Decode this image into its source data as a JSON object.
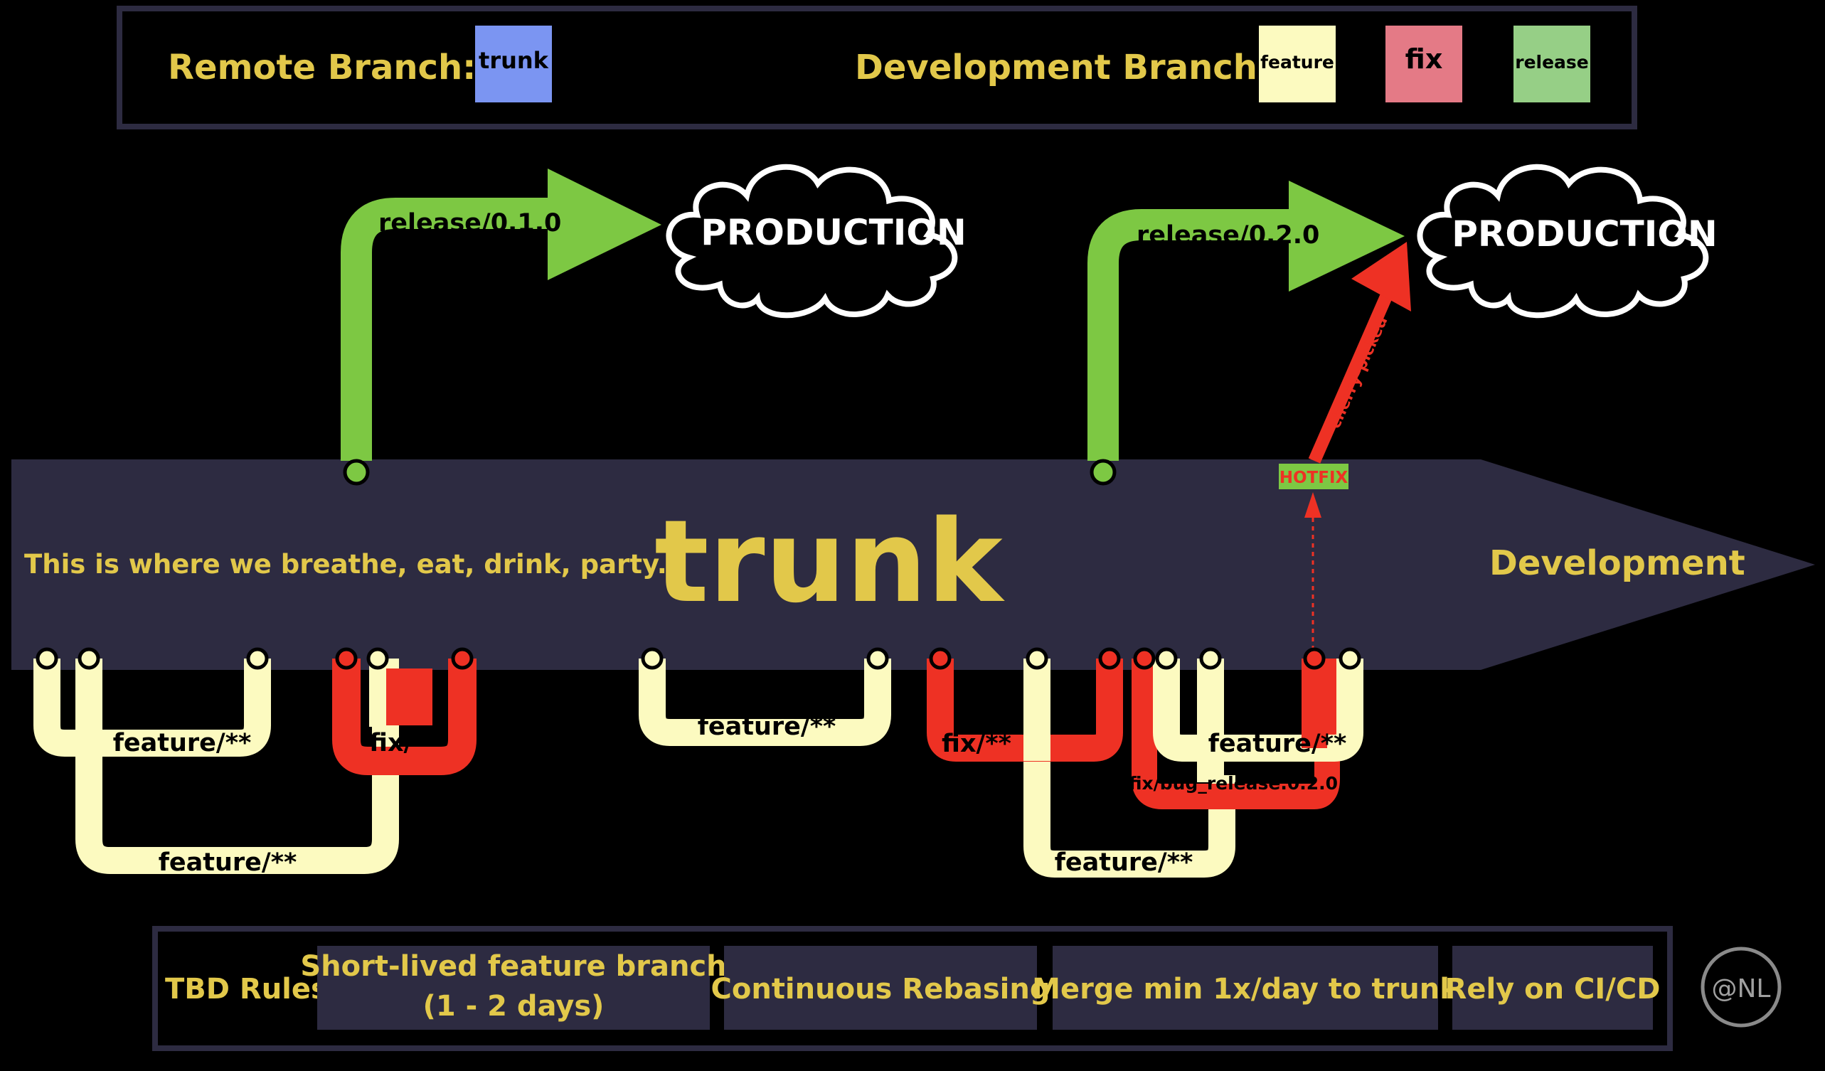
{
  "legend": {
    "remote_label": "Remote Branch:",
    "remote_items": [
      {
        "label": "trunk",
        "color": "#7b95f2"
      }
    ],
    "dev_label": "Development Branch:",
    "dev_items": [
      {
        "label": "feature",
        "color": "#fcfac0"
      },
      {
        "label": "fix",
        "color": "#e47a86"
      },
      {
        "label": "release",
        "color": "#96cf86"
      }
    ]
  },
  "trunk": {
    "tagline": "This is where we breathe, eat, drink, party...",
    "title": "trunk",
    "direction": "Development",
    "color": "#2d2b41"
  },
  "releases": [
    {
      "label": "release/0.1.0",
      "target": "PRODUCTION"
    },
    {
      "label": "release/0.2.0",
      "target": "PRODUCTION"
    }
  ],
  "hotfix": {
    "label": "HOTFIX",
    "arrow_label": "cherry-picked"
  },
  "branches": [
    {
      "label": "feature/**",
      "kind": "feature"
    },
    {
      "label": "feature/**",
      "kind": "feature"
    },
    {
      "label": "fix/**",
      "kind": "fix"
    },
    {
      "label": "feature/**",
      "kind": "feature"
    },
    {
      "label": "fix/**",
      "kind": "fix"
    },
    {
      "label": "feature/**",
      "kind": "feature"
    },
    {
      "label": "fix/bug_release.0.2.0",
      "kind": "fix"
    },
    {
      "label": "feature/**",
      "kind": "feature"
    }
  ],
  "rules": {
    "heading": "TBD Rules:",
    "items": [
      {
        "line1": "Short-lived feature branch",
        "line2": "(1 - 2 days)"
      },
      {
        "line1": "Continuous Rebasing"
      },
      {
        "line1": "Merge min 1x/day to trunk"
      },
      {
        "line1": "Rely on CI/CD"
      }
    ]
  },
  "badge": "@NL",
  "colors": {
    "feature": "#fcfac0",
    "fix": "#ee3124",
    "release": "#7dc843",
    "text_accent": "#e2c84a",
    "panel": "#2d2b41"
  }
}
